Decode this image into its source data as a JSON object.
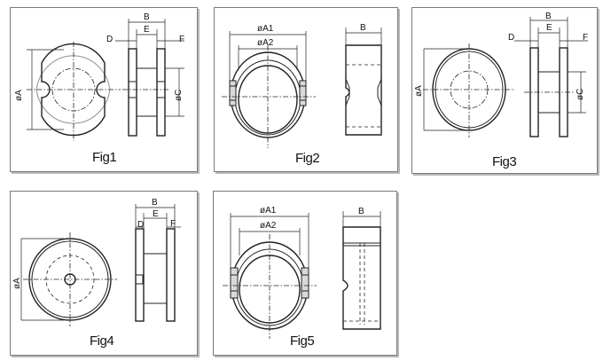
{
  "figures": [
    {
      "caption": "Fig1",
      "labels": {
        "A": "øA",
        "B": "B",
        "C": "øC",
        "D": "D",
        "E": "E",
        "F": "F"
      }
    },
    {
      "caption": "Fig2",
      "labels": {
        "A1": "øA1",
        "A2": "øA2",
        "B": "B"
      }
    },
    {
      "caption": "Fig3",
      "labels": {
        "A": "øA",
        "B": "B",
        "C": "øC",
        "D": "D",
        "E": "E",
        "F": "F"
      }
    },
    {
      "caption": "Fig4",
      "labels": {
        "A": "øA",
        "B": "B",
        "D": "D",
        "E": "E",
        "F": "F"
      }
    },
    {
      "caption": "Fig5",
      "labels": {
        "A1": "øA1",
        "A2": "øA2",
        "B": "B"
      }
    }
  ]
}
